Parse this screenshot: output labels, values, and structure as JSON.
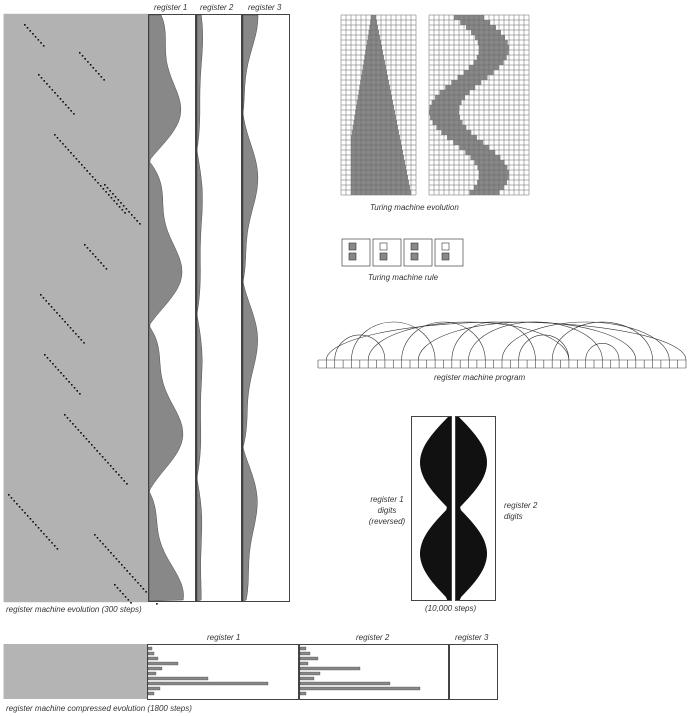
{
  "main_evolution": {
    "register_headers": [
      "register 1",
      "register 2",
      "register 3"
    ],
    "caption": "register machine evolution (300 steps)"
  },
  "turing": {
    "evolution_caption": "Turing machine evolution",
    "rule_caption": "Turing machine rule"
  },
  "program": {
    "caption": "register machine program"
  },
  "digits": {
    "left_label_lines": [
      "register 1",
      "digits",
      "(reversed)"
    ],
    "right_label_lines": [
      "register 2",
      "digits"
    ],
    "caption": "(10,000 steps)"
  },
  "compressed": {
    "register_headers": [
      "register 1",
      "register 2",
      "register 3"
    ],
    "caption": "register machine compressed evolution (1800 steps)"
  },
  "colors": {
    "cell_dark": "#777777",
    "cell_black": "#111111",
    "grid": "#999999",
    "region_gray": "#888888"
  }
}
